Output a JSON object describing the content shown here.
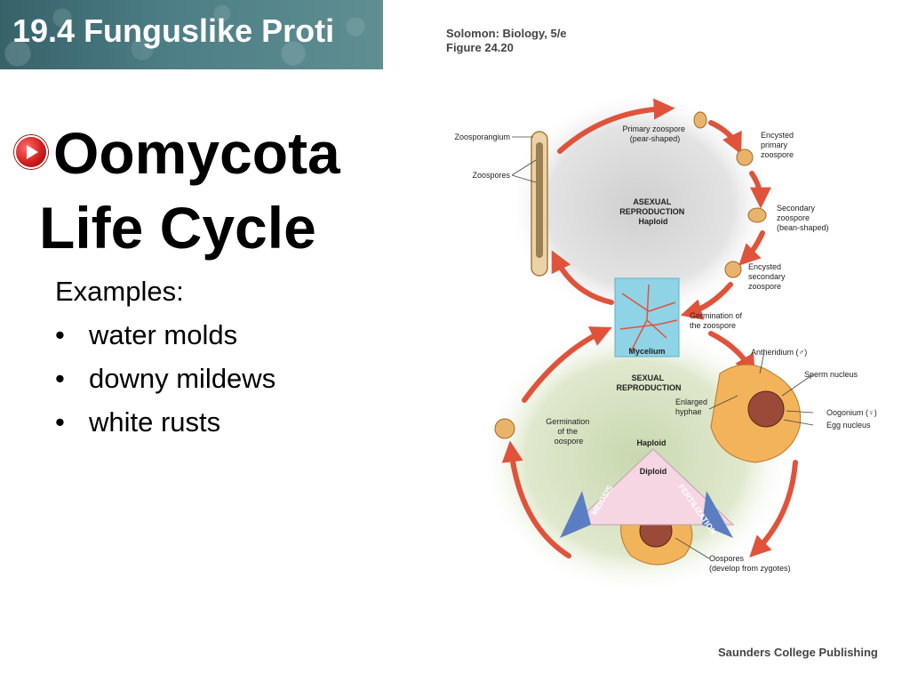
{
  "header": {
    "title": "19.4   Funguslike Proti"
  },
  "figure": {
    "source_line1": "Solomon: Biology, 5/e",
    "source_line2": "Figure 24.20"
  },
  "slide": {
    "title_line1": "Oomycota",
    "title_line2": "Life Cycle",
    "examples_label": "Examples:",
    "examples": [
      "water molds",
      "downy mildews",
      "white rusts"
    ]
  },
  "diagram": {
    "zoosporangium": "Zoosporangium",
    "zoospores": "Zoospores",
    "primary_zoospore": [
      "Primary zoospore",
      "(pear-shaped)"
    ],
    "encysted_primary": [
      "Encysted",
      "primary",
      "zoospore"
    ],
    "secondary_zoospore": [
      "Secondary",
      "zoospore",
      "(bean-shaped)"
    ],
    "encysted_secondary": [
      "Encysted",
      "secondary",
      "zoospore"
    ],
    "asexual": [
      "ASEXUAL",
      "REPRODUCTION",
      "Haploid"
    ],
    "mycelium": "Mycelium",
    "germination_zoospore": [
      "Germination of",
      "the zoospore"
    ],
    "antheridium": "Antheridium (♂)",
    "sperm_nucleus": "Sperm nucleus",
    "sexual": [
      "SEXUAL",
      "REPRODUCTION"
    ],
    "enlarged_hyphae": [
      "Enlarged",
      "hyphae"
    ],
    "oogonium": "Oogonium (♀)",
    "egg_nucleus": "Egg nucleus",
    "germination_oospore": [
      "Germination",
      "of the",
      "oospore"
    ],
    "haploid": "Haploid",
    "diploid": "Diploid",
    "meiosis": "MEIOSIS",
    "fertilization": "FERTILIZATION",
    "oospores": [
      "Oospores",
      "(develop from zygotes)"
    ]
  },
  "footer": {
    "publisher": "Saunders College Publishing"
  },
  "colors": {
    "header_band": "#4d7e86",
    "cycle_arrow": "#e0533a",
    "mycelium_box": "#8fd3e6",
    "hyphae": "#f2b35a"
  }
}
